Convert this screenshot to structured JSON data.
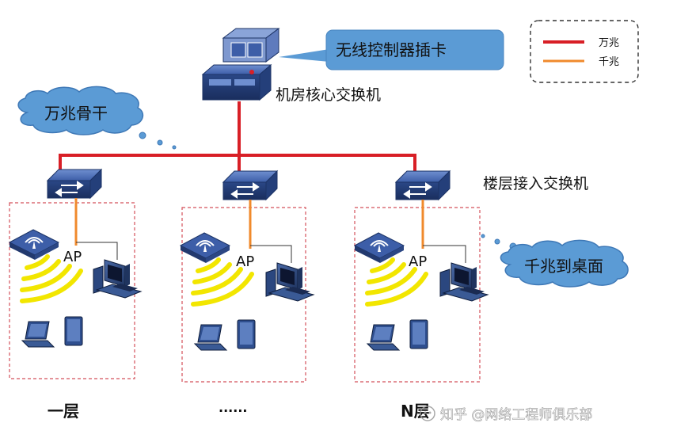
{
  "legend": {
    "items": [
      {
        "label": "万兆",
        "color": "#d81f26"
      },
      {
        "label": "千兆",
        "color": "#f08a2c"
      }
    ]
  },
  "callout": {
    "text": "无线控制器插卡",
    "color": "#5b9bd5"
  },
  "core_switch": {
    "label": "机房核心交换机"
  },
  "backbone_cloud": {
    "text": "万兆骨干"
  },
  "access_switch": {
    "label": "楼层接入交换机"
  },
  "desktop_cloud": {
    "text": "千兆到桌面"
  },
  "floors": [
    {
      "ap_label": "AP",
      "floor_label": "一层"
    },
    {
      "ap_label": "AP",
      "floor_label": "......"
    },
    {
      "ap_label": "AP",
      "floor_label": "N层"
    }
  ],
  "watermark": {
    "text": "知乎 @网络工程师俱乐部"
  },
  "colors": {
    "ten_gig": "#d81f26",
    "gig": "#f08a2c",
    "device_blue": "#2f4f8f",
    "wifi_yellow": "#f2e600",
    "floor_border": "#d4505a"
  }
}
